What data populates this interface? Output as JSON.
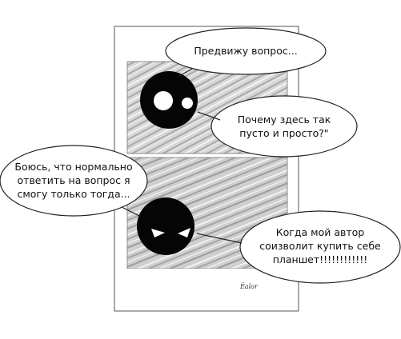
{
  "comic": {
    "panel_colors": {
      "page": "#ffffff",
      "border": "#555555",
      "panel_gray": "#c9c9c9",
      "character": "#050505"
    },
    "bubbles": [
      {
        "id": "top",
        "text": "Предвижу вопрос..."
      },
      {
        "id": "question",
        "text": "Почему здесь так\nпусто и просто?\""
      },
      {
        "id": "left",
        "text": "Боюсь, что нормально\nответить на  вопрос я\nсмогу только тогда..."
      },
      {
        "id": "bottom",
        "text": "Когда мой автор\nсоизволит купить себе\nпланшет!!!!!!!!!!!!"
      }
    ],
    "signature": "Ӗalor"
  }
}
